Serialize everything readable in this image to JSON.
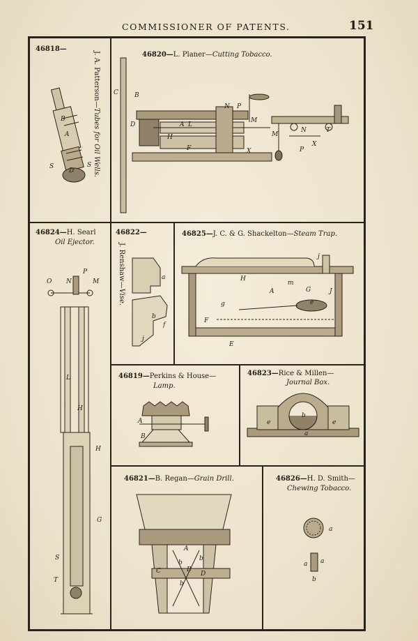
{
  "header": {
    "title": "COMMISSIONER OF PATENTS.",
    "page_number": "151"
  },
  "patents": [
    {
      "number": "46818",
      "dash": "—",
      "inventor": "J. A. Patterson",
      "subject": "Tubes for Oil Wells."
    },
    {
      "number": "46820",
      "dash": "—",
      "inventor": "L. Planer",
      "subject": "Cutting Tobacco."
    },
    {
      "number": "46824",
      "dash": "—",
      "inventor": "H. Searl",
      "subject": "Oil Ejector."
    },
    {
      "number": "46822",
      "dash": "—",
      "inventor": "J. Renshaw",
      "subject": "Vise."
    },
    {
      "number": "46825",
      "dash": "—",
      "inventor": "J. C. & G. Shackelton",
      "subject": "Steam Trap."
    },
    {
      "number": "46819",
      "dash": "—",
      "inventor": "Perkins & House",
      "subject": "Lamp."
    },
    {
      "number": "46823",
      "dash": "—",
      "inventor": "Rice & Millen",
      "subject": "Journal Box."
    },
    {
      "number": "46821",
      "dash": "—",
      "inventor": "B. Regan",
      "subject": "Grain Drill."
    },
    {
      "number": "46826",
      "dash": "—",
      "inventor": "H. D. Smith",
      "subject": "Chewing Tobacco."
    }
  ],
  "figure_labels": {
    "p46818": [
      "B",
      "A",
      "S",
      "S",
      "D"
    ],
    "p46820": [
      "C",
      "B",
      "D",
      "A",
      "L",
      "H",
      "N",
      "P",
      "M",
      "F",
      "X",
      "M",
      "N",
      "T",
      "P",
      "X"
    ],
    "p46824": [
      "O",
      "N",
      "P",
      "M",
      "L",
      "H",
      "H",
      "G",
      "S",
      "T"
    ],
    "p46822": [
      "a",
      "b",
      "f",
      "j"
    ],
    "p46825": [
      "j",
      "H",
      "m",
      "A",
      "G",
      "J",
      "e",
      "g",
      "F",
      "E"
    ],
    "p46819": [
      "A",
      "B"
    ],
    "p46823": [
      "b",
      "e",
      "e",
      "a"
    ],
    "p46821": [
      "A",
      "b",
      "B",
      "b",
      "C",
      "D",
      "b"
    ],
    "p46826": [
      "a",
      "a",
      "a",
      "b"
    ]
  }
}
